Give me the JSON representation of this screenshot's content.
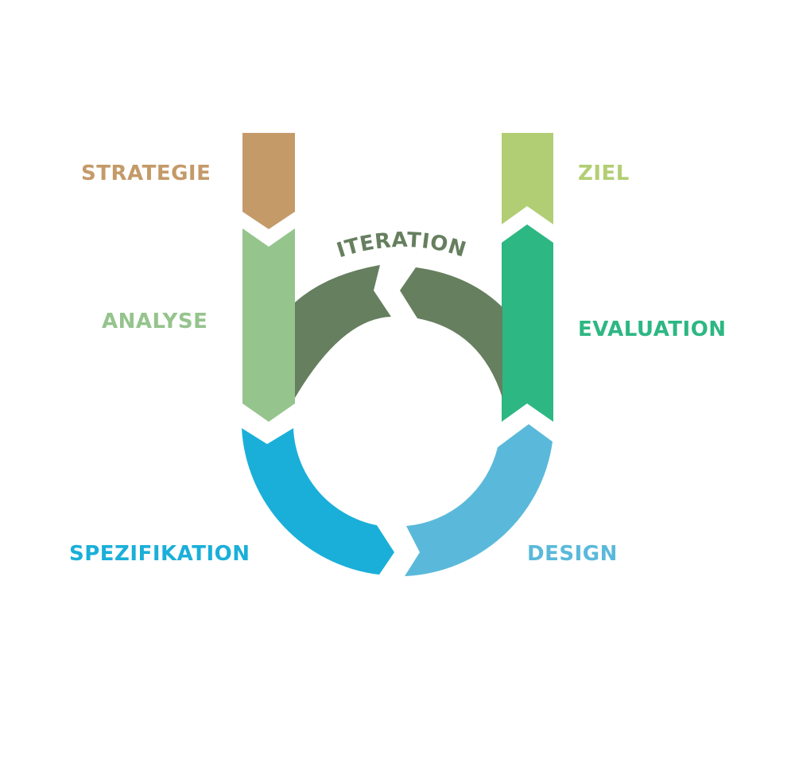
{
  "diagram": {
    "stages": {
      "strategie": {
        "label": "STRATEGIE",
        "color": "#c49a69"
      },
      "analyse": {
        "label": "ANALYSE",
        "color": "#95c48d"
      },
      "spezifikation": {
        "label": "SPEZIFIKATION",
        "color": "#1aafd9"
      },
      "ziel": {
        "label": "ZIEL",
        "color": "#b2ce74"
      },
      "evaluation": {
        "label": "EVALUATION",
        "color": "#2db783"
      },
      "design": {
        "label": "DESIGN",
        "color": "#5ab9da"
      }
    },
    "center": {
      "label": "ITERATION",
      "color": "#667f5f"
    }
  }
}
